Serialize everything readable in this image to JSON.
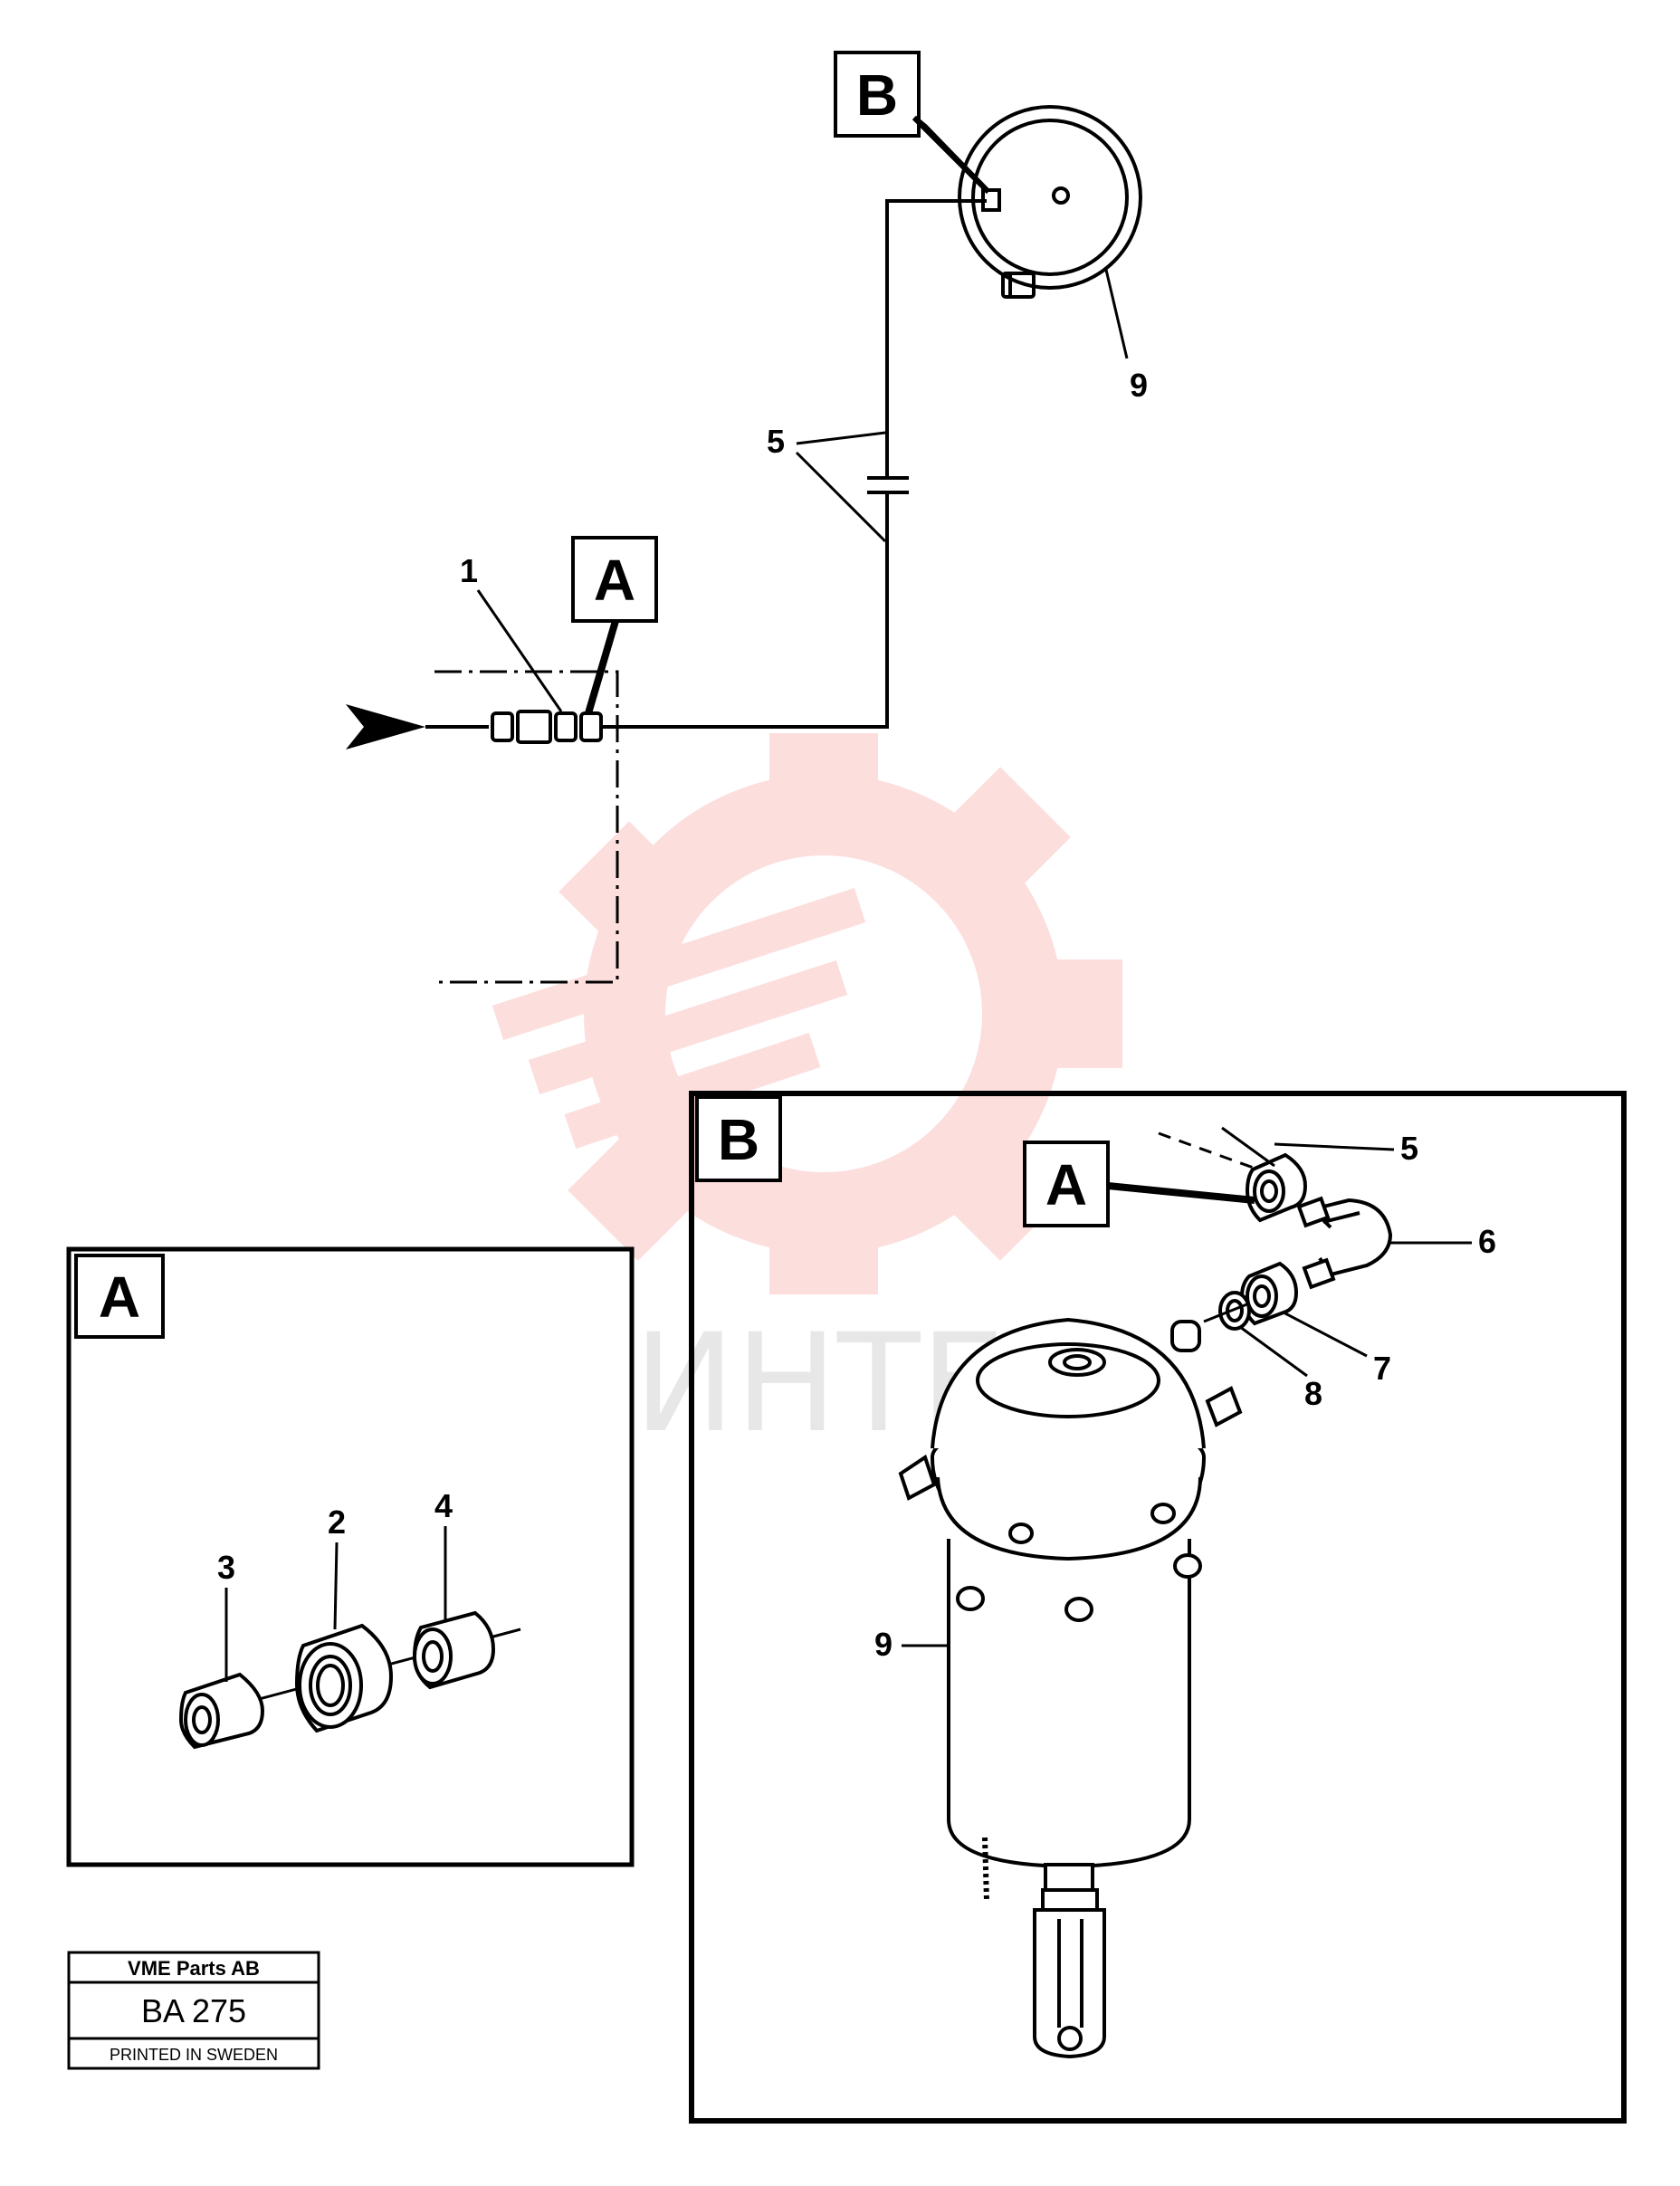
{
  "watermark": {
    "text": "ИНТЕХ",
    "color": "#e8302a"
  },
  "callouts": {
    "main": {
      "box_b": "B",
      "box_a": "A",
      "n1": "1",
      "n5": "5",
      "n9": "9"
    },
    "detail_a": {
      "title": "A",
      "n2": "2",
      "n3": "3",
      "n4": "4"
    },
    "detail_b": {
      "title": "B",
      "box_a": "A",
      "n5": "5",
      "n6": "6",
      "n7": "7",
      "n8": "8",
      "n9": "9"
    }
  },
  "title_block": {
    "company": "VME Parts AB",
    "code": "BA 275",
    "printed": "PRINTED IN SWEDEN"
  }
}
